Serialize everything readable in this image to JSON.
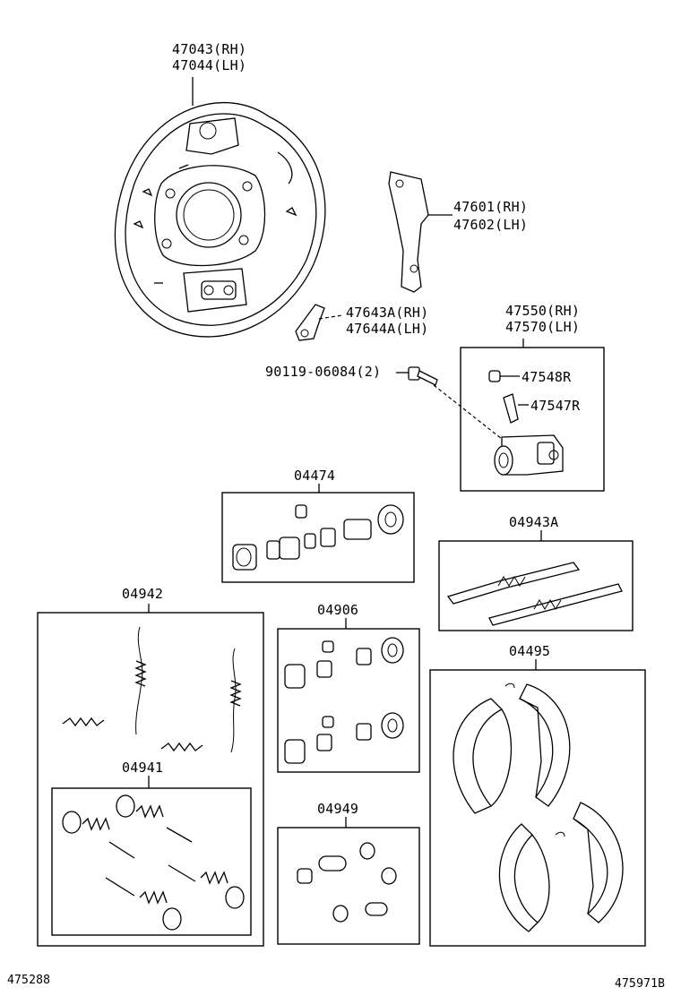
{
  "labels": {
    "backing_plate_rh": "47043(RH)",
    "backing_plate_lh": "47044(LH)",
    "lever_rh": "47601(RH)",
    "lever_lh": "47602(LH)",
    "adjuster_lever_rh": "47643A(RH)",
    "adjuster_lever_lh": "47644A(LH)",
    "wheel_cylinder_rh": "47550(RH)",
    "wheel_cylinder_lh": "47570(LH)",
    "bolt": "90119-06084(2)",
    "bleeder_cap": "47548R",
    "bleeder_plug": "47547R",
    "cylinder_kit": "04474",
    "adjuster_kit": "04943A",
    "spring_kit": "04942",
    "holddown_kit": "04941",
    "cylinder_kit_2": "04906",
    "shoe_kit": "04495",
    "cup_kit": "04949",
    "footer_left": "475288",
    "footer_right": "475971B"
  }
}
